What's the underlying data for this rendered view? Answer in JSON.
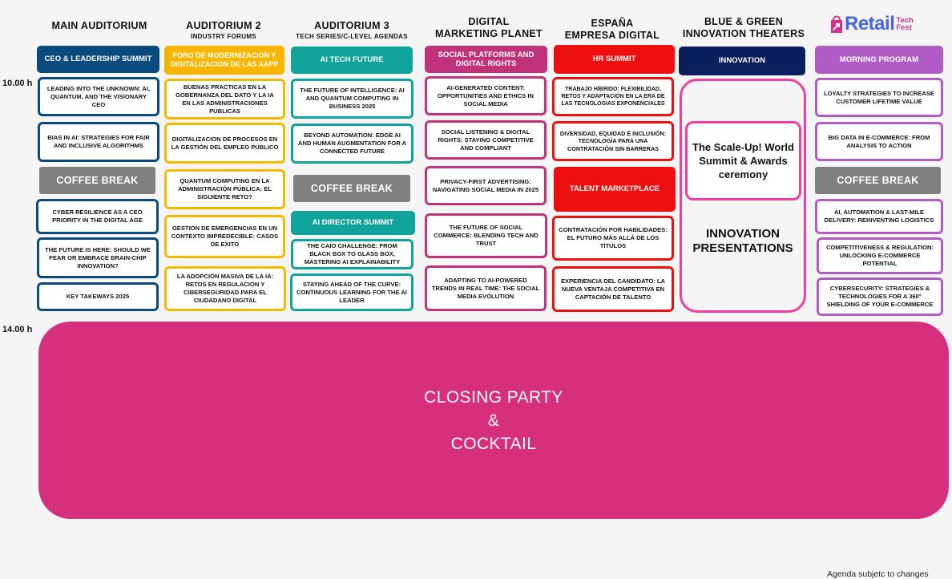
{
  "columns": [
    {
      "title": "MAIN AUDITORIUM",
      "title2": "",
      "sub": ""
    },
    {
      "title": "AUDITORIUM 2",
      "title2": "",
      "sub": "INDUSTRY FORUMS"
    },
    {
      "title": "AUDITORIUM 3",
      "title2": "",
      "sub": "TECH SERIES/C-LEVEL AGENDAS"
    },
    {
      "title": "DIGITAL",
      "title2": "MARKETING PLANET",
      "sub": ""
    },
    {
      "title": "ESPAÑA",
      "title2": "EMPRESA DIGITAL",
      "sub": ""
    },
    {
      "title": "BLUE & GREEN",
      "title2": "INNOVATION THEATERS",
      "sub": ""
    }
  ],
  "logo": {
    "word": "Retail",
    "line1": "Tech",
    "line2": "Fest"
  },
  "times": [
    "10.00 h",
    "14.00 h"
  ],
  "tracks": [
    {
      "label": "CEO & LEADERSHIP SUMMIT",
      "color": "#0b4a7e"
    },
    {
      "label": "FORO DE MODERNIZACION Y DIGITALIZACION DE LAS AAPP",
      "color": "#f7b500"
    },
    {
      "label": "AI TECH FUTURE",
      "color": "#10a39a"
    },
    {
      "label": "SOCIAL PLATFORMS AND DIGITAL RIGHTS",
      "color": "#c0337a"
    },
    {
      "label": "HR SUMMIT",
      "color": "#ee1010"
    },
    {
      "label": "INNOVATION",
      "color": "#0a1f5c"
    },
    {
      "label": "MORNING PROGRAM",
      "color": "#b05cc5"
    }
  ],
  "sessions": {
    "main": [
      "LEADING INTO THE UNKNOWN: AI, QUANTUM, AND THE VISIONARY CEO",
      "BIAS IN AI: STRATEGIES FOR FAIR AND INCLUSIVE ALGORITHMS",
      "CYBER RESILIENCE AS A CEO PRIORITY IN THE DIGITAL AGE",
      "THE FUTURE IS HERE: SHOULD WE FEAR OR EMBRACE BRAIN-CHIP INNOVATION?",
      "KEY TAKEWAYS 2025"
    ],
    "aud2": [
      "BUENAS PRACTICAS EN LA GOBERNANZA DEL DATO Y LA IA EN LAS ADMINISTRACIONES PÚBLICAS",
      "DIGITALIZACION DE PROCESOS EN LA GESTIÓN DEL EMPLEO PÚBLICO",
      "QUANTUM COMPUTING EN LA ADMINISTRACIÓN PÚBLICA: EL SIGUIENTE RETO?",
      "GESTION DE EMERGENCIAS EN UN CONTEXTO IMPREDECIBLE: CASOS DE EXITO",
      "LA ADOPCION MASIVA DE LA IA: RETOS EN REGULACION Y CIBERSEGURIDAD PARA EL CIUDADANO DIGITAL"
    ],
    "aud3": [
      "THE FUTURE OF INTELLIGENCE: AI AND QUANTUM COMPUTING IN BUSINESS 2025",
      "BEYOND AUTOMATION: EDGE AI AND HUMAN AUGMENTATION FOR A CONNECTED FUTURE",
      "THE CAIO CHALLENGE: FROM BLACK BOX TO GLASS BOX, MASTERING AI EXPLAINABILITY",
      "STAYING AHEAD OF THE CURVE: CONTINUOUS LEARNING FOR THE AI LEADER"
    ],
    "aud3_track2": "AI DIRECTOR SUMMIT",
    "dmp": [
      "AI-GENERATED CONTENT: OPPORTUNITIES AND ETHICS IN SOCIAL MEDIA",
      "SOCIAL LISTENING & DIGITAL RIGHTS: STAYING COMPETITIVE AND COMPLIANT",
      "PRIVACY-FIRST ADVERTISING: NAVIGATING SOCIAL MEDIA IN 2025",
      "THE FUTURE OF SOCIAL COMMERCE: BLENDING TECH AND TRUST",
      "ADAPTING TO AI-POWERED TRENDS IN REAL TIME: THE SOCIAL MEDIA EVOLUTION"
    ],
    "esp": [
      "TRABAJO HÍBRIDO: FLEXIBILIDAD, RETOS Y ADAPTACIÓN EN LA ERA DE LAS TECNOLOGIAS EXPONENCIALES",
      "DIVERSIDAD, EQUIDAD E INCLUSIÓN: TECNOLOGÍA PARA UNA CONTRATACIÓN SIN BARRERAS",
      "CONTRATACIÓN POR HABILIDADES: EL FUTURO MÁS ALLÁ DE LOS TÍTULOS",
      "EXPERIENCIA DEL CANDIDATO: LA NUEVA VENTAJA COMPETITIVA EN CAPTACIÓN DE TALENTO"
    ],
    "esp_track2": "TALENT MARKETPLACE",
    "innov_box": "The Scale-Up! World Summit & Awards ceremony",
    "innov_text": "INNOVATION\nPRESENTATIONS",
    "morning": [
      "LOYALTY STRATEGIES TO INCREASE CUSTOMER LIFETIME VALUE",
      "BIG DATA IN E-COMMERCE: FROM ANALYSIS TO ACTION",
      "AI, AUTOMATION & LAST-MILE DELIVERY: REINVENTING LOGISTICS",
      "COMPETITIVENESS & REGULATION: UNLOCKING E-COMMERCE POTENTIAL",
      "CYBERSECURITY: STRATEGIES & TECHNOLOGIES FOR A 360° SHIELDING OF YOUR E-COMMERCE"
    ]
  },
  "coffee_break": "COFFEE BREAK",
  "closing": {
    "line1": "CLOSING PARTY",
    "line2": "&",
    "line3": "COCKTAIL"
  },
  "disclaimer": "Agenda subjetc to changes"
}
